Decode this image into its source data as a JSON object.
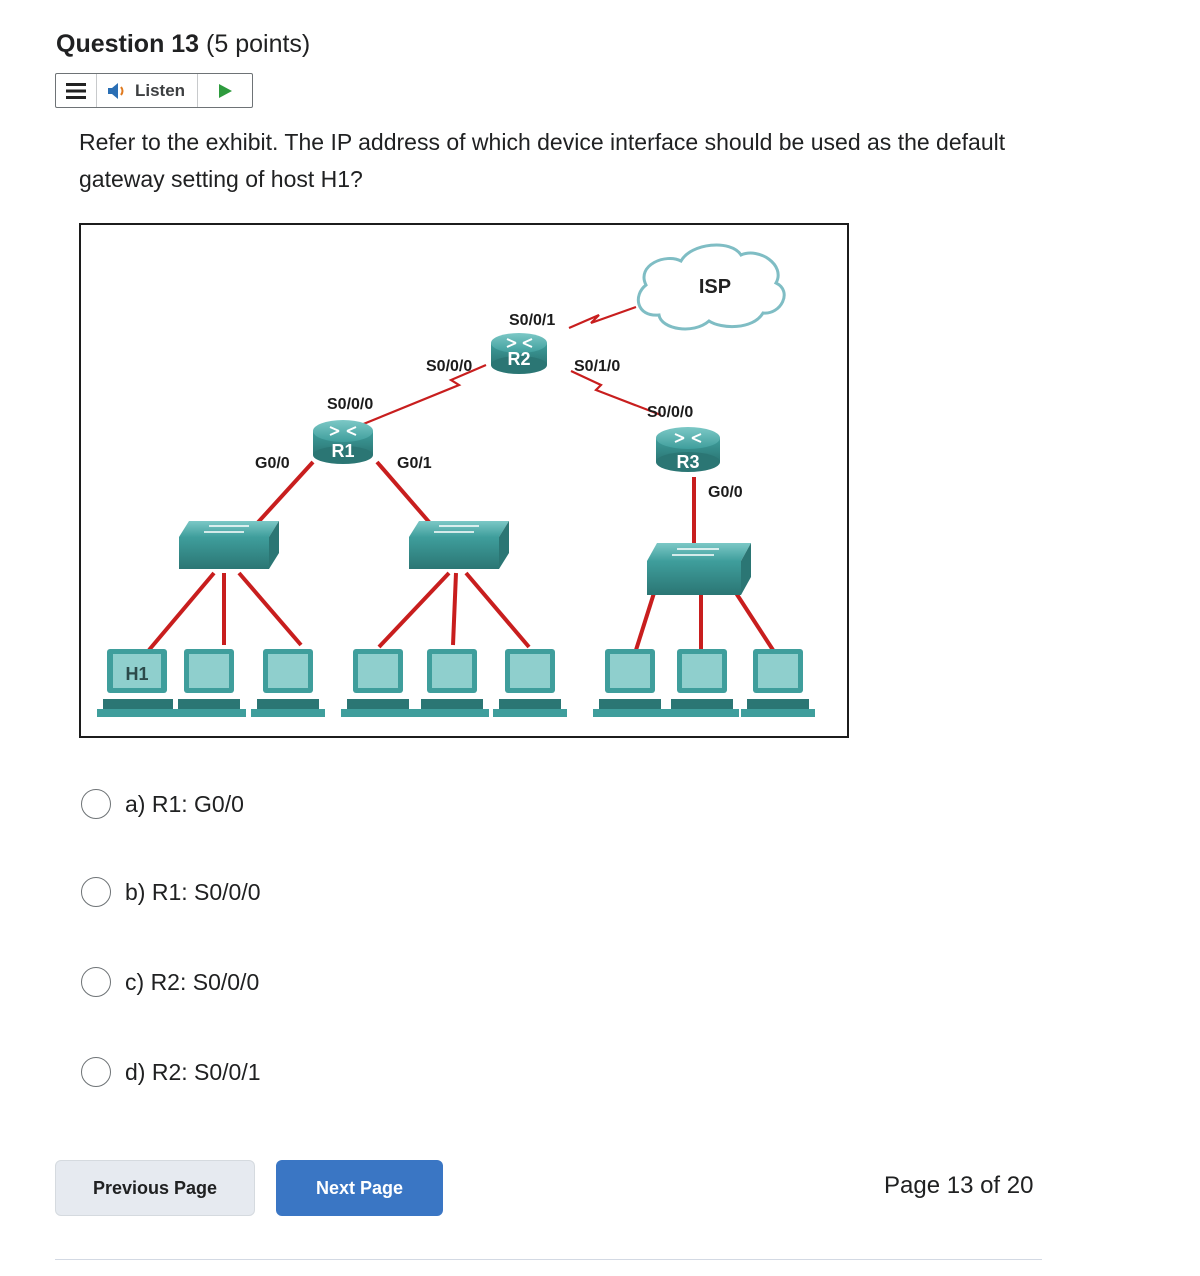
{
  "question": {
    "number_label": "Question 13",
    "points_label": "(5 points)",
    "text": "Refer to the exhibit. The IP address of which device interface should be used as the default gateway setting of host H1?"
  },
  "readspeaker": {
    "listen_label": "Listen"
  },
  "exhibit": {
    "isp_label": "ISP",
    "r2": {
      "label": "R2",
      "s001": "S0/0/1",
      "s000": "S0/0/0",
      "s010": "S0/1/0"
    },
    "r1": {
      "label": "R1",
      "s000": "S0/0/0",
      "g00": "G0/0",
      "g01": "G0/1"
    },
    "r3": {
      "label": "R3",
      "s000": "S0/0/0",
      "g00": "G0/0"
    },
    "host_label": "H1"
  },
  "choices": [
    {
      "letter": "a)",
      "text": "R1: G0/0"
    },
    {
      "letter": "b)",
      "text": "R1: S0/0/0"
    },
    {
      "letter": "c)",
      "text": "R2: S0/0/0"
    },
    {
      "letter": "d)",
      "text": "R2: S0/0/1"
    }
  ],
  "nav": {
    "previous_label": "Previous Page",
    "next_label": "Next Page",
    "page_indicator": "Page 13 of 20"
  },
  "colors": {
    "link_red": "#c81e1e",
    "device_teal": "#3f9e9c",
    "next_blue": "#3a76c4"
  }
}
